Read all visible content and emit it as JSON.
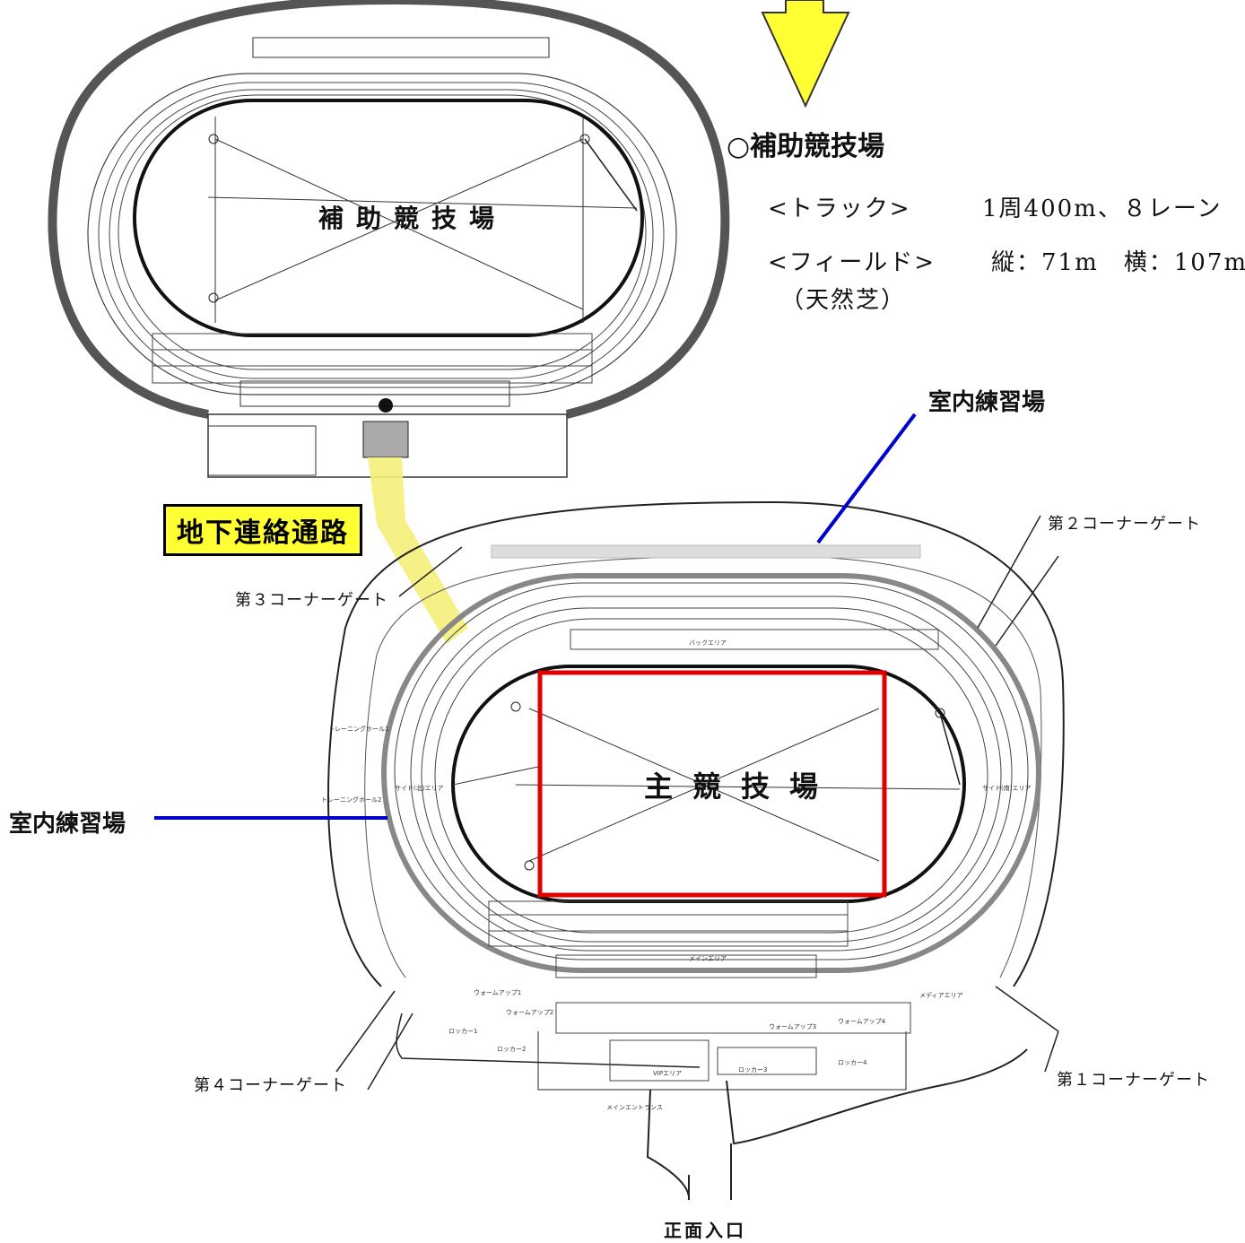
{
  "auxiliary": {
    "heading": "○補助競技場",
    "field_label": "補助競技場",
    "track_label": "<トラック>",
    "track_spec": "1周400m、８レーン",
    "field_spec_label": "<フィールド>",
    "field_spec": "縦：71m　横：107m",
    "turf": "（天然芝）"
  },
  "main_stadium": {
    "field_label": "主競技場",
    "back_area": "バックエリア",
    "main_area": "メインエリア",
    "side_north": "サイド(北)エリア",
    "side_south": "サイド(南)エリア"
  },
  "callouts": {
    "indoor_top": "室内練習場",
    "indoor_left": "室内練習場",
    "tunnel": "地下連絡通路"
  },
  "gates": {
    "gate1": "第１コーナーゲート",
    "gate2": "第２コーナーゲート",
    "gate3": "第３コーナーゲート",
    "gate4": "第４コーナーゲート"
  },
  "entrance": "正面入口",
  "small_labels": {
    "training_hall_1": "トレーニングホール1",
    "training_hall_2": "トレーニングホール2",
    "warmup_1": "ウォームアップ1",
    "warmup_2": "ウォームアップ2",
    "warmup_3": "ウォームアップ3",
    "warmup_4": "ウォームアップ4",
    "locker_1": "ロッカー1",
    "locker_2": "ロッカー2",
    "locker_3": "ロッカー3",
    "locker_4": "ロッカー4",
    "vip_area": "VIPエリア",
    "main_entrance": "メインエントランス",
    "media_area": "メディアエリア"
  },
  "colors": {
    "arrow_fill": "#ffff33",
    "callout_line": "#0000cc",
    "highlight_box": "#e00000",
    "tunnel_fill": "#f4f07a",
    "outer_wall": "#555555"
  }
}
